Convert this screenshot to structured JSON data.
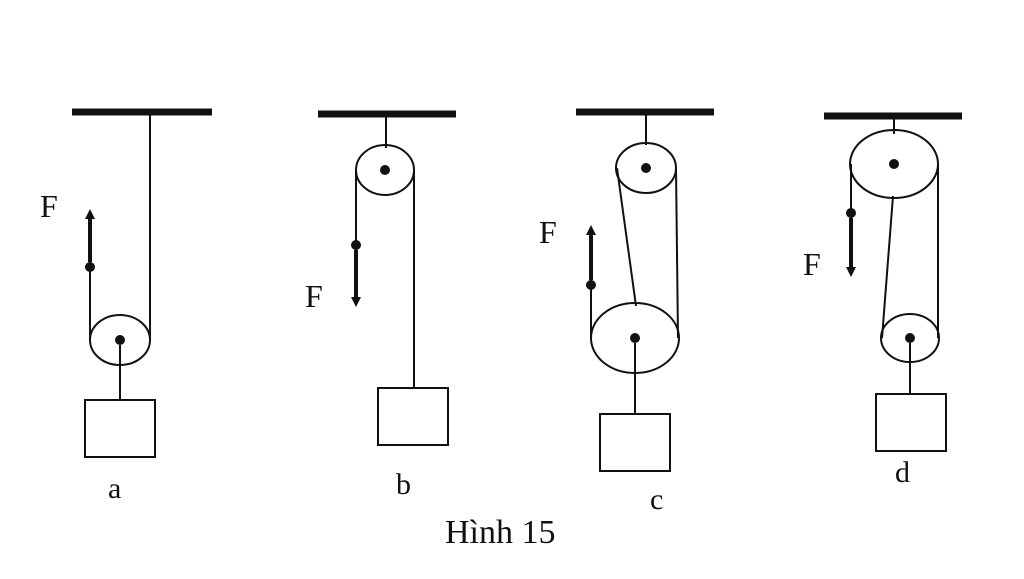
{
  "figure": {
    "caption": "Hình 15",
    "force_symbol": "F",
    "panels": [
      {
        "id": "a",
        "label": "a"
      },
      {
        "id": "b",
        "label": "b"
      },
      {
        "id": "c",
        "label": "c"
      },
      {
        "id": "d",
        "label": "d"
      }
    ]
  },
  "colors": {
    "ink": "#111111",
    "background": "#ffffff"
  }
}
